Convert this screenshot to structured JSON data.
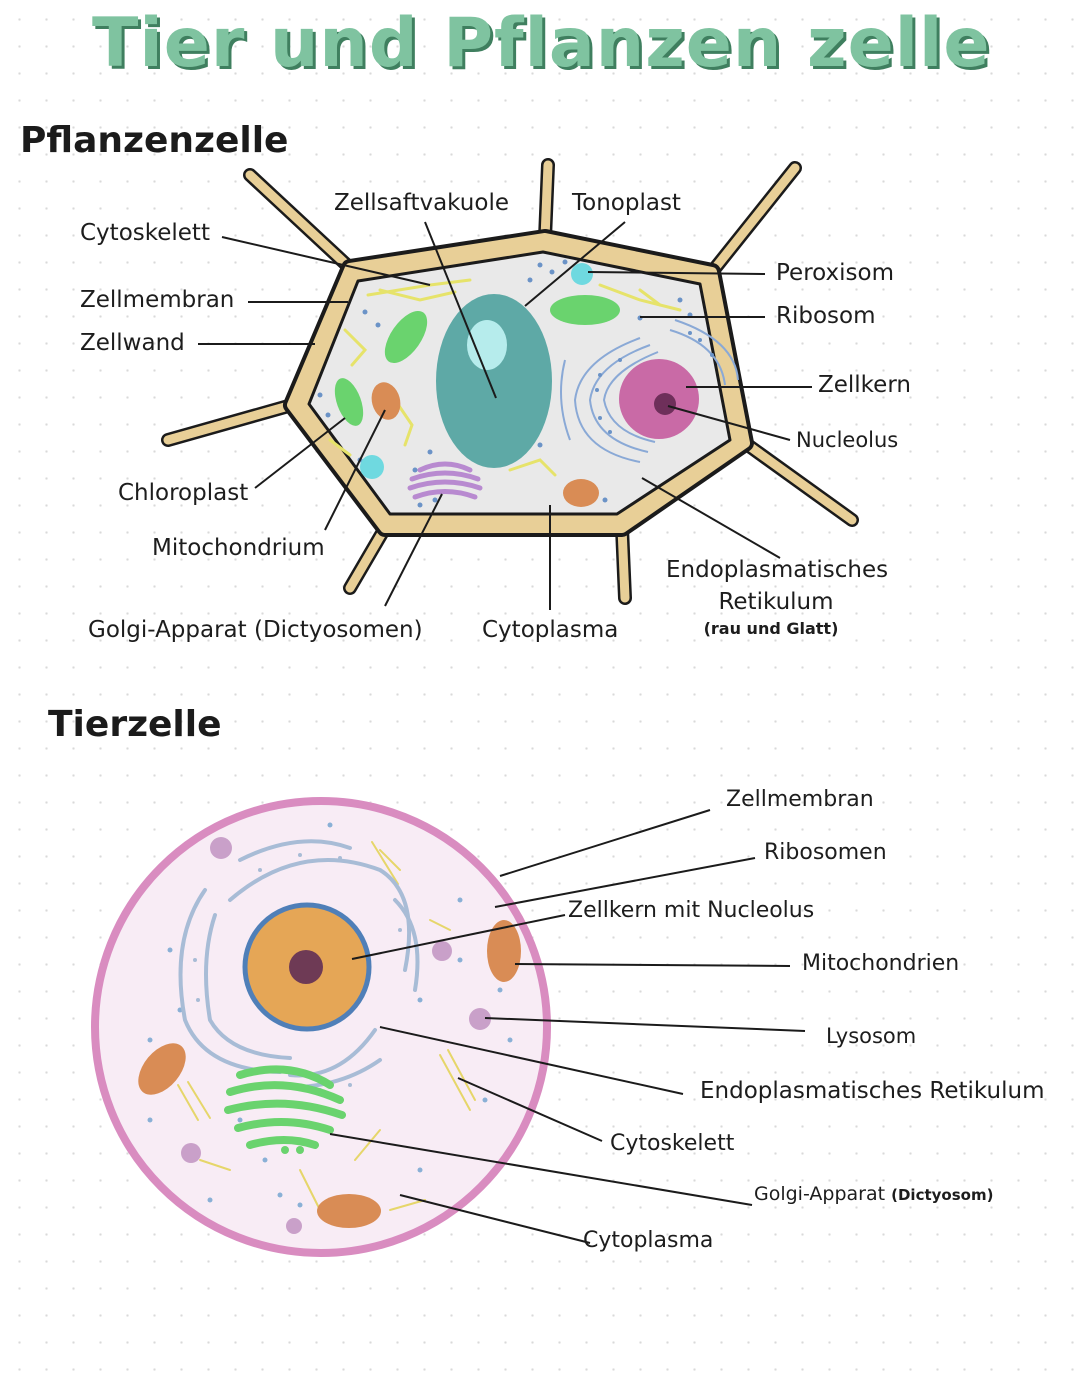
{
  "title": "Tier und Pflanzen zelle",
  "plant": {
    "heading": "Pflanzenzelle",
    "labels": {
      "cytoskelett": "Cytoskelett",
      "zellsaftvakuole": "Zellsaftvakuole",
      "tonoplast": "Tonoplast",
      "peroxisom": "Peroxisom",
      "ribosom": "Ribosom",
      "zellmembran": "Zellmembran",
      "zellwand": "Zellwand",
      "zellkern": "Zellkern",
      "nucleolus": "Nucleolus",
      "chloroplast": "Chloroplast",
      "mitochondrium": "Mitochondrium",
      "golgi": "Golgi-Apparat (Dictyosomen)",
      "cytoplasma": "Cytoplasma",
      "er_line1": "Endoplasmatisches",
      "er_line2": "Retikulum",
      "er_note": "(rau und Glatt)"
    }
  },
  "animal": {
    "heading": "Tierzelle",
    "labels": {
      "zellmembran": "Zellmembran",
      "ribosomen": "Ribosomen",
      "zellkern": "Zellkern mit Nucleolus",
      "mitochondrien": "Mitochondrien",
      "lysosom": "Lysosom",
      "er": "Endoplasmatisches Retikulum",
      "cytoskelett": "Cytoskelett",
      "golgi": "Golgi-Apparat",
      "golgi_note": "(Dictyosom)",
      "cytoplasma": "Cytoplasma"
    }
  },
  "colors": {
    "title_fill": "#7fc3a0",
    "cell_wall": "#e8cf97",
    "plant_cytoplasm": "#e9e9e9",
    "vacuole": "#5ea9a6",
    "nucleus_plant": "#c96aa6",
    "chloroplast": "#6ad36e",
    "mitochondrion": "#d98c55",
    "golgi_plant": "#b88ad0",
    "peroxisome": "#6fd9e0",
    "er": "#8aa9d6",
    "animal_membrane": "#d98cc0",
    "animal_cytoplasm": "#f8ecf5",
    "animal_nucleus": "#e5a656",
    "golgi_animal": "#6ad36e",
    "lysosome": "#c9a0c9"
  }
}
